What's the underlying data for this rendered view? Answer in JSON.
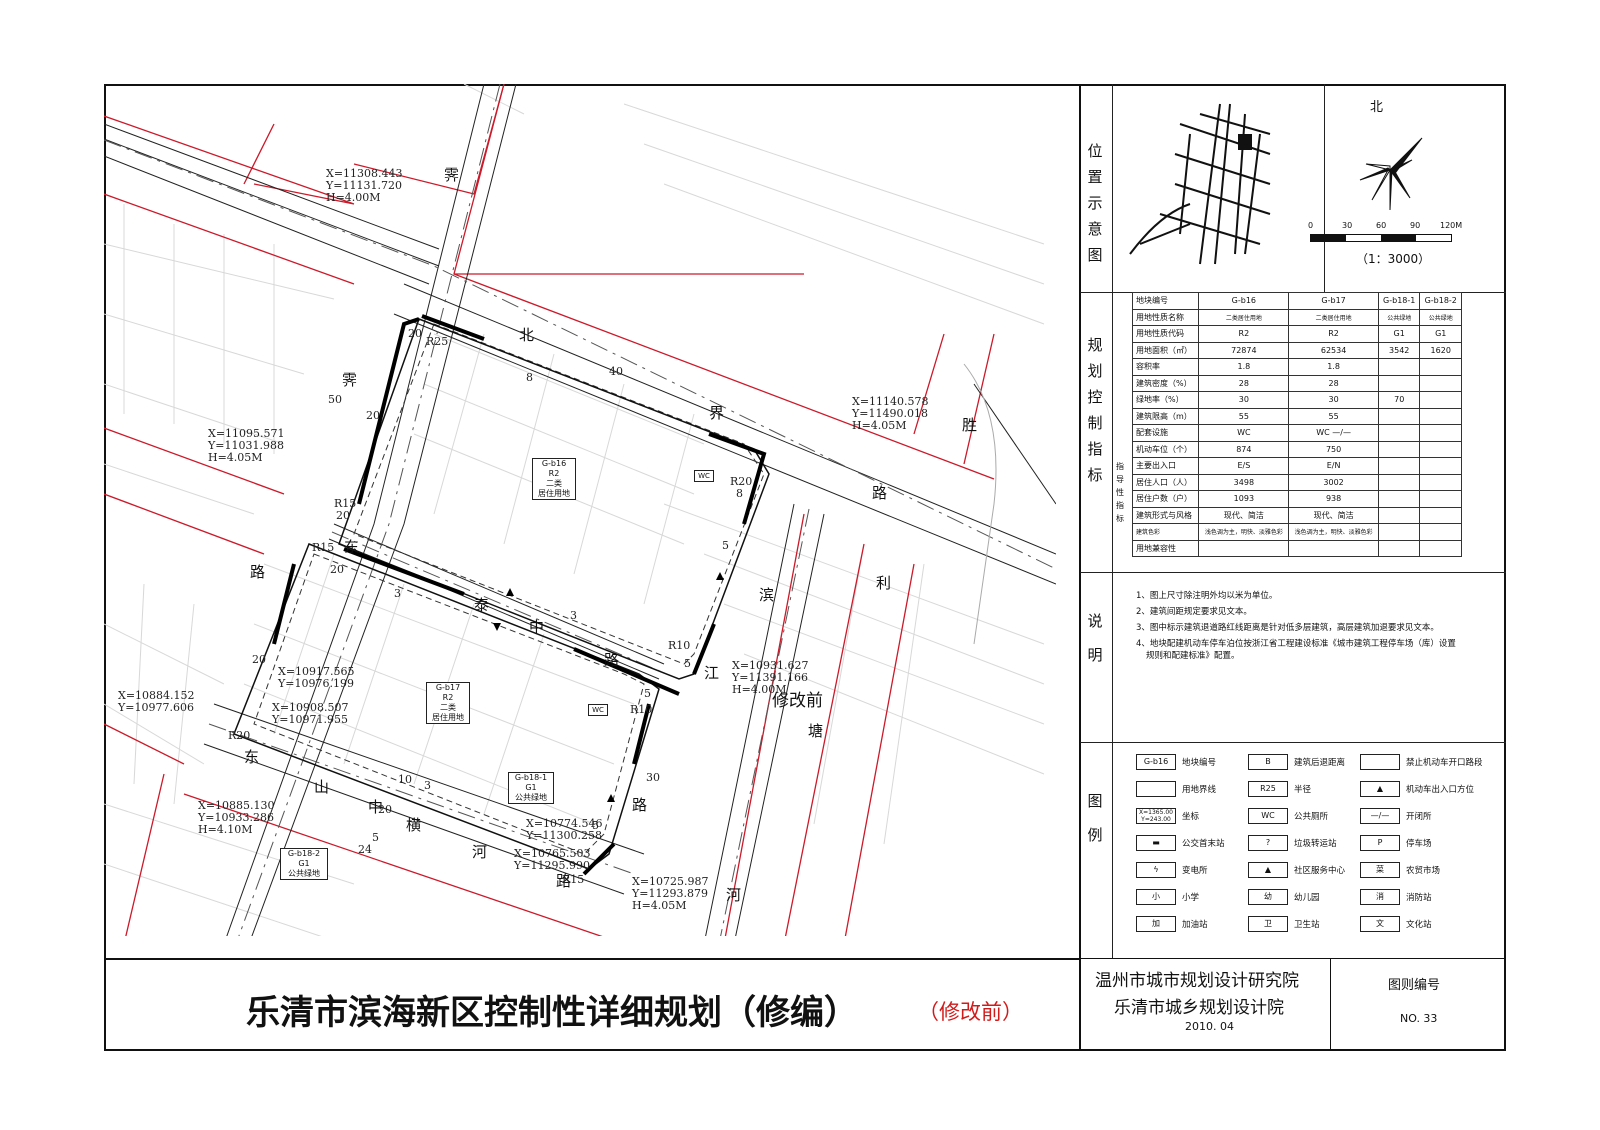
{
  "map": {
    "roads": [
      "霁",
      "霁",
      "路",
      "北",
      "界",
      "路",
      "胜",
      "利",
      "塘",
      "河",
      "滨",
      "江",
      "路",
      "东",
      "泰",
      "中",
      "路",
      "东",
      "山",
      "中",
      "横",
      "河",
      "路"
    ],
    "dimensions": [
      "20",
      "R25",
      "8",
      "40",
      "50",
      "20",
      "R15",
      "20",
      "R15",
      "20",
      "R20",
      "8",
      "5",
      "3",
      "3",
      "R10",
      "5",
      "5",
      "R10",
      "20",
      "R20",
      "10",
      "3",
      "20",
      "5",
      "24",
      "30",
      "5",
      "R15"
    ],
    "coords": [
      "X=11308.443\nY=11131.720\nH=4.00M",
      "X=11095.571\nY=11031.988\nH=4.05M",
      "X=11140.578\nY=11490.018\nH=4.05M",
      "X=10917.565\nY=10976.199",
      "X=10908.507\nY=10971.955",
      "X=10884.152\nY=10977.606",
      "X=10931.627\nY=11391.166\nH=4.00M",
      "X=10885.130\nY=10933.286\nH=4.10M",
      "X=10774.546\nY=11300.258",
      "X=10765.503\nY=11295.990",
      "X=10725.987\nY=11293.879\nH=4.05M"
    ],
    "modified_label": "修改前",
    "plots": [
      {
        "code": "G-b16",
        "type": "R2",
        "line1": "二类",
        "line2": "居住用地"
      },
      {
        "code": "G-b17",
        "type": "R2",
        "line1": "二类",
        "line2": "居住用地"
      },
      {
        "code": "G-b18-1",
        "type": "G1",
        "line1": "公共绿地",
        "line2": ""
      },
      {
        "code": "G-b18-2",
        "type": "G1",
        "line1": "公共绿地",
        "line2": ""
      }
    ],
    "wc": "WC"
  },
  "panels": {
    "location": "位置示意图",
    "control": "规划控制指标",
    "guidance": "指导性指标",
    "notes": "说明",
    "legend": "图例"
  },
  "north": {
    "label": "北",
    "scale_ticks": [
      "0",
      "30",
      "60",
      "90",
      "120M"
    ],
    "scale": "（1：3000）"
  },
  "table": {
    "header": [
      "地块编号",
      "G-b16",
      "G-b17",
      "G-b18-1",
      "G-b18-2"
    ],
    "rows": [
      [
        "用地性质名称",
        "二类居住用地",
        "二类居住用地",
        "公共绿地",
        "公共绿地"
      ],
      [
        "用地性质代码",
        "R2",
        "R2",
        "G1",
        "G1"
      ],
      [
        "用地面积（㎡）",
        "72874",
        "62534",
        "3542",
        "1620"
      ],
      [
        "容积率",
        "1.8",
        "1.8",
        "",
        ""
      ],
      [
        "建筑密度（%）",
        "28",
        "28",
        "",
        ""
      ],
      [
        "绿地率（%）",
        "30",
        "30",
        "70",
        ""
      ],
      [
        "建筑限高（m）",
        "55",
        "55",
        "",
        ""
      ],
      [
        "配套设施",
        "WC",
        "WC —/—",
        "",
        ""
      ],
      [
        "机动车位（个）",
        "874",
        "750",
        "",
        ""
      ],
      [
        "主要出入口",
        "E/S",
        "E/N",
        "",
        ""
      ],
      [
        "居住人口（人）",
        "3498",
        "3002",
        "",
        ""
      ],
      [
        "居住户数（户）",
        "1093",
        "938",
        "",
        ""
      ],
      [
        "建筑形式与风格",
        "现代、简洁",
        "现代、简洁",
        "",
        ""
      ],
      [
        "建筑色彩",
        "浅色调为主，明快、淡雅色彩",
        "浅色调为主，明快、淡雅色彩",
        "",
        ""
      ],
      [
        "用地兼容性",
        "",
        "",
        "",
        ""
      ]
    ]
  },
  "notes": [
    "1、图上尺寸除注明外均以米为单位。",
    "2、建筑间距规定要求见文本。",
    "3、图中标示建筑退道路红线距离是针对低多层建筑，高层建筑加退要求见文本。",
    "4、地块配建机动车停车泊位按浙江省工程建设标准《城市建筑工程停车场（库）设置",
    "规则和配建标准》配置。"
  ],
  "legend": [
    {
      "sym": "G-b16",
      "text": "地块编号"
    },
    {
      "sym": "B",
      "text": "建筑后退距离"
    },
    {
      "sym": "",
      "text": "禁止机动车开口路段"
    },
    {
      "sym": "",
      "text": "用地界线"
    },
    {
      "sym": "R25",
      "text": "半径"
    },
    {
      "sym": "▲",
      "text": "机动车出入口方位"
    },
    {
      "sym": "X=1365.00\nY=243.00",
      "text": "坐标"
    },
    {
      "sym": "WC",
      "text": "公共厕所"
    },
    {
      "sym": "—/—",
      "text": "开闭所"
    },
    {
      "sym": "▬",
      "text": "公交首末站"
    },
    {
      "sym": "?",
      "text": "垃圾转运站"
    },
    {
      "sym": "P",
      "text": "停车场"
    },
    {
      "sym": "ϟ",
      "text": "变电所"
    },
    {
      "sym": "▲",
      "text": "社区服务中心"
    },
    {
      "sym": "菜",
      "text": "农贸市场"
    },
    {
      "sym": "小",
      "text": "小学"
    },
    {
      "sym": "幼",
      "text": "幼儿园"
    },
    {
      "sym": "消",
      "text": "消防站"
    },
    {
      "sym": "加",
      "text": "加油站"
    },
    {
      "sym": "卫",
      "text": "卫生站"
    },
    {
      "sym": "文",
      "text": "文化站"
    }
  ],
  "title": {
    "main": "乐清市滨海新区控制性详细规划（修编）",
    "red": "（修改前）"
  },
  "institute": {
    "line1": "温州市城市规划设计研究院",
    "line2": "乐清市城乡规划设计院",
    "date": "2010. 04"
  },
  "sheet": {
    "label": "图则编号",
    "number": "NO. 33"
  }
}
